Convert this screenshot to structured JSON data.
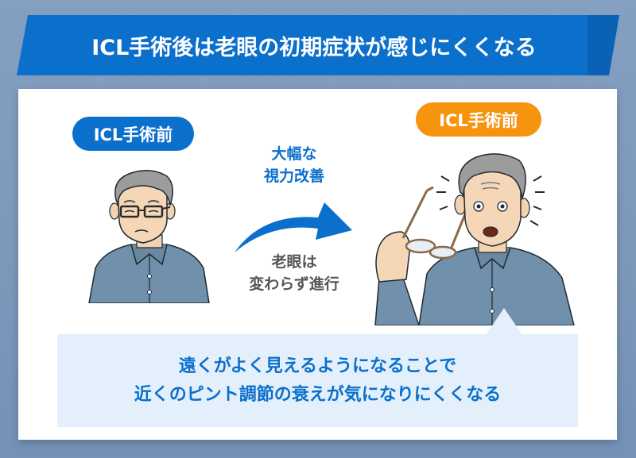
{
  "banner": {
    "title": "ICL手術後は老眼の初期症状が感じにくくなる",
    "color": "#0b6fcc"
  },
  "left": {
    "badge": "ICL手術前",
    "badge_color": "#0b6fcc",
    "figure": "elderly-man-with-glasses-frowning"
  },
  "middle": {
    "top_label_line1": "大幅な",
    "top_label_line2": "視力改善",
    "bottom_label_line1": "老眼は",
    "bottom_label_line2": "変わらず進行",
    "arrow": "curved-right-arrow",
    "arrow_color": "#0b6fcc"
  },
  "right": {
    "badge": "ICL手術前",
    "badge_color": "#f6940f",
    "figure": "elderly-man-removing-glasses-surprised"
  },
  "callout": {
    "line1": "遠くがよく見えるようになることで",
    "line2": "近くのピント調節の衰えが気になりにくくなる",
    "background": "#e3f0fc"
  }
}
